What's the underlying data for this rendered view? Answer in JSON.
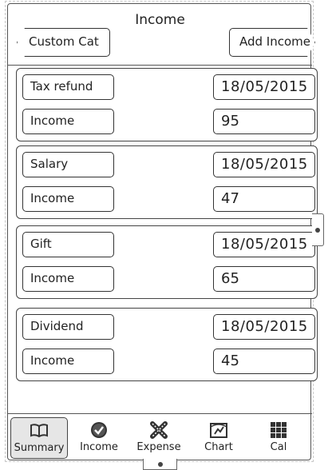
{
  "header": {
    "title": "Income",
    "back_label": "Custom Cat",
    "add_label": "Add Income"
  },
  "entries": [
    {
      "name": "Tax refund",
      "date": "18/05/2015",
      "category": "Income",
      "amount": "95"
    },
    {
      "name": "Salary",
      "date": "18/05/2015",
      "category": "Income",
      "amount": "47"
    },
    {
      "name": "Gift",
      "date": "18/05/2015",
      "category": "Income",
      "amount": "65"
    },
    {
      "name": "Dividend",
      "date": "18/05/2015",
      "category": "Income",
      "amount": "45"
    }
  ],
  "tabs": [
    {
      "label": "Summary",
      "icon": "book-icon"
    },
    {
      "label": "Income",
      "icon": "check-circle-icon"
    },
    {
      "label": "Expense",
      "icon": "cross-icon"
    },
    {
      "label": "Chart",
      "icon": "chart-icon"
    },
    {
      "label": "Cal",
      "icon": "grid-icon"
    }
  ],
  "active_tab": "Summary"
}
